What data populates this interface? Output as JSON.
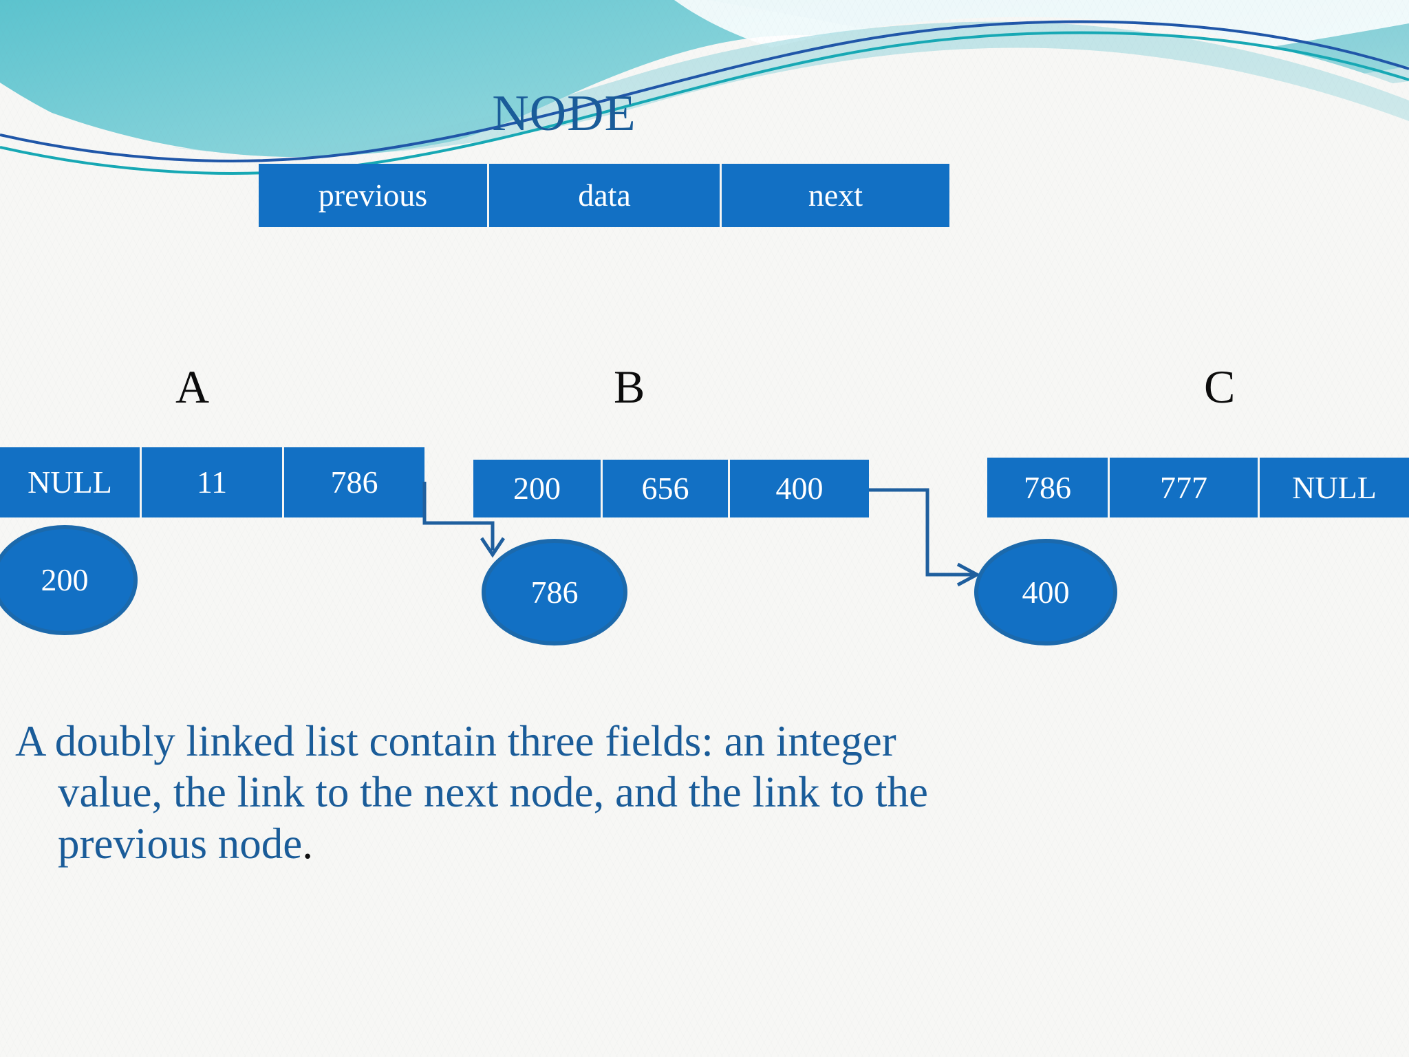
{
  "slide": {
    "title": "NODE",
    "accent_blue": "#1270c4",
    "title_blue": "#1a5c99",
    "ellipse_border": "#1b69ac",
    "connector_color": "#1f5f9e",
    "background": "#f7f7f5"
  },
  "node_header": {
    "name": "node-structure-table",
    "fields": [
      {
        "label": "previous"
      },
      {
        "label": "data"
      },
      {
        "label": "next"
      }
    ]
  },
  "nodes": [
    {
      "letter": "A",
      "cells": [
        {
          "role": "previous",
          "value": "NULL"
        },
        {
          "role": "data",
          "value": "11"
        },
        {
          "role": "next",
          "value": "786"
        }
      ],
      "address": "200"
    },
    {
      "letter": "B",
      "cells": [
        {
          "role": "previous",
          "value": "200"
        },
        {
          "role": "data",
          "value": "656"
        },
        {
          "role": "next",
          "value": "400"
        }
      ],
      "address": "786"
    },
    {
      "letter": "C",
      "cells": [
        {
          "role": "previous",
          "value": "786"
        },
        {
          "role": "data",
          "value": "777"
        },
        {
          "role": "next",
          "value": "NULL"
        }
      ],
      "address": "400"
    }
  ],
  "caption": {
    "line1": "A doubly linked list contain three fields: an integer",
    "line2": "value, the link to the next node, and the link to the",
    "line3": "previous node",
    "period": "."
  }
}
